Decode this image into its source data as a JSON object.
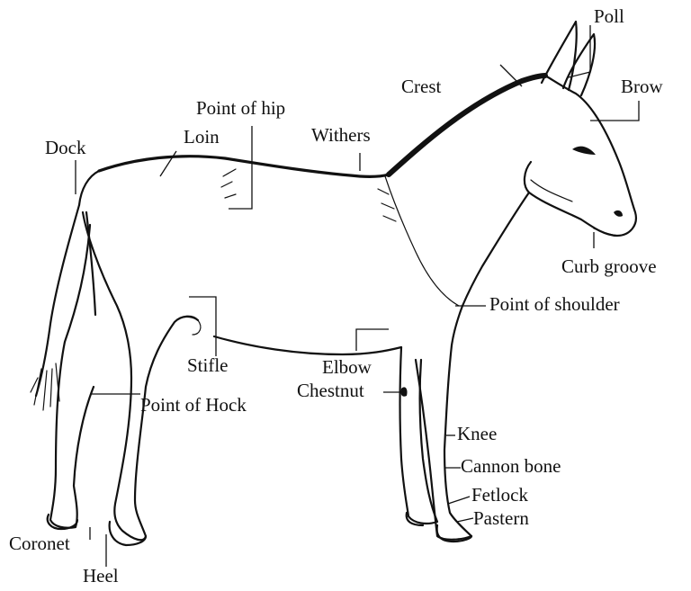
{
  "figure": {
    "subject_icon": "donkey-icon",
    "labels": {
      "poll": "Poll",
      "brow": "Brow",
      "crest": "Crest",
      "point_of_hip": "Point of hip",
      "loin": "Loin",
      "withers": "Withers",
      "dock": "Dock",
      "curb_groove": "Curb groove",
      "point_of_shoulder": "Point of shoulder",
      "stifle": "Stifle",
      "elbow": "Elbow",
      "chestnut": "Chestnut",
      "point_of_hock": "Point of Hock",
      "knee": "Knee",
      "cannon_bone": "Cannon bone",
      "fetlock": "Fetlock",
      "pastern": "Pastern",
      "coronet": "Coronet",
      "heel": "Heel"
    }
  }
}
